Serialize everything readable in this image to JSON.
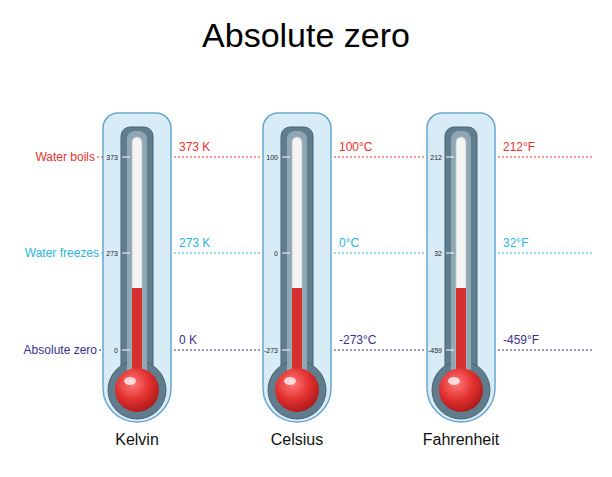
{
  "diagram": {
    "title": "Absolute zero",
    "labels": [
      "Water boils",
      "373",
      "373 K",
      "100",
      "100°C",
      "212",
      "212°F",
      "Water freezes",
      "273",
      "273 K",
      "0",
      "0°C",
      "32",
      "32°F",
      "Absolute zero",
      "0",
      "0 K",
      "-273",
      "-273°C",
      "-459",
      "-459°F",
      "Kelvin",
      "Celsius",
      "Fahrenheit"
    ]
  }
}
